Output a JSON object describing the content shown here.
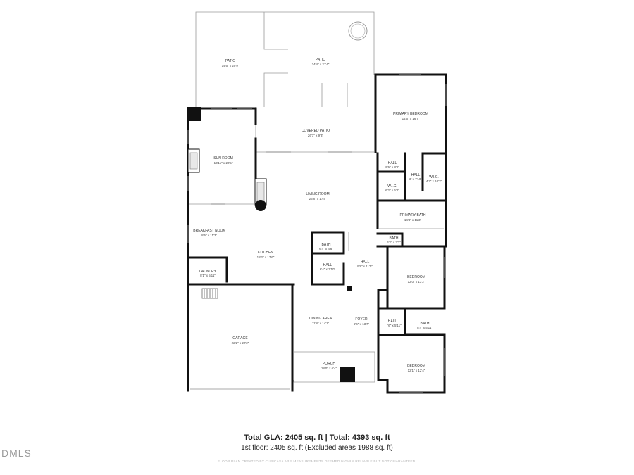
{
  "rooms": [
    {
      "id": "patio-left",
      "name": "PATIO",
      "dim": "14'6\" x 20'9\""
    },
    {
      "id": "patio-right",
      "name": "PATIO",
      "dim": "24'4\" x 21'4\""
    },
    {
      "id": "covered-patio",
      "name": "COVERED PATIO",
      "dim": "26'1\" x 9'3\""
    },
    {
      "id": "primary-bedroom",
      "name": "PRIMARY BEDROOM",
      "dim": "14'6\" x 16'7\""
    },
    {
      "id": "sun-room",
      "name": "SUN ROOM",
      "dim": "13'11\" x 20'5\""
    },
    {
      "id": "hall-1",
      "name": "HALL",
      "dim": "6'6\" x 3'9\""
    },
    {
      "id": "hall-2",
      "name": "HALL",
      "dim": "3' x 7'10\""
    },
    {
      "id": "wic-1",
      "name": "W.I.C.",
      "dim": "6'2\" x 6'2\""
    },
    {
      "id": "wic-2",
      "name": "W.I.C.",
      "dim": "4'3\" x 10'3\""
    },
    {
      "id": "living-room",
      "name": "LIVING ROOM",
      "dim": "26'8\" x 17'4\""
    },
    {
      "id": "primary-bath",
      "name": "PRIMARY BATH",
      "dim": "14'4\" x 11'3\""
    },
    {
      "id": "bath-small",
      "name": "BATH",
      "dim": "6'2\" x 3'2\""
    },
    {
      "id": "breakfast-nook",
      "name": "BREAKFAST NOOK",
      "dim": "8'5\" x 11'3\""
    },
    {
      "id": "bath-1",
      "name": "BATH",
      "dim": "6'4\" x 4'6\""
    },
    {
      "id": "kitchen",
      "name": "KITCHEN",
      "dim": "18'2\" x 17'6\""
    },
    {
      "id": "hall-3",
      "name": "HALL",
      "dim": "6'4\" x 3'10\""
    },
    {
      "id": "hall-4",
      "name": "HALL",
      "dim": "9'8\" x 11'5\""
    },
    {
      "id": "laundry",
      "name": "LAUNDRY",
      "dim": "8'1\" x 5'11\""
    },
    {
      "id": "bedroom-1",
      "name": "BEDROOM",
      "dim": "12'0\" x 13'2\""
    },
    {
      "id": "garage",
      "name": "GARAGE",
      "dim": "22'2\" x 22'2\""
    },
    {
      "id": "dining-area",
      "name": "DINING AREA",
      "dim": "11'8\" x 14'1\""
    },
    {
      "id": "foyer",
      "name": "FOYER",
      "dim": "6'6\" x 13'7\""
    },
    {
      "id": "hall-5",
      "name": "HALL",
      "dim": "'6\" x 5'11\""
    },
    {
      "id": "bath-2",
      "name": "BATH",
      "dim": "8'4\" x 5'11\""
    },
    {
      "id": "porch",
      "name": "PORCH",
      "dim": "18'0\" x 6'4\""
    },
    {
      "id": "bedroom-2",
      "name": "BEDROOM",
      "dim": "12'1\" x 12'4\""
    }
  ],
  "footer": {
    "gla": "Total GLA: 2405 sq. ft | Total: 4393 sq. ft",
    "floor": "1st floor: 2405 sq. ft (Excluded areas 1988 sq. ft)",
    "disclaimer": "FLOOR PLAN CREATED BY CUBICASA APP. MEASUREMENTS DEEMED HIGHLY RELIABLE BUT NOT GUARANTEED."
  },
  "watermark": "DMLS"
}
